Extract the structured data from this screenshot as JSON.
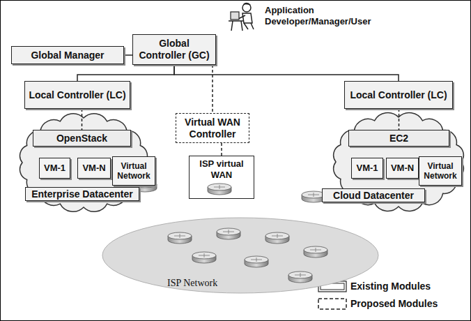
{
  "diagram": {
    "nodes": [
      {
        "text": [
          "Global Manager"
        ]
      },
      {
        "text": [
          "Global Controller (GC)"
        ]
      },
      {
        "text": [
          "Local Controller (LC)"
        ]
      },
      {
        "text": [
          "Virtual WAN Controller"
        ]
      },
      {
        "text": [
          "Local Controller (LC)"
        ]
      },
      {
        "text": [
          "ISP virtual WAN"
        ]
      },
      {
        "text": [
          "OpenStack"
        ]
      },
      {
        "text": [
          "VM-1"
        ]
      },
      {
        "text": [
          "VM-N"
        ]
      },
      {
        "text": [
          "Virtual Network"
        ]
      },
      {
        "text": [
          "Enterprise Datacenter"
        ]
      },
      {
        "text": [
          "EC2"
        ]
      },
      {
        "text": [
          "VM-1"
        ]
      },
      {
        "text": [
          "VM-N"
        ]
      },
      {
        "text": [
          "Virtual Network"
        ]
      },
      {
        "text": [
          "Cloud Datacenter"
        ]
      },
      {
        "text": [
          "ISP Network"
        ]
      }
    ],
    "edges": [
      {
        "from": 0,
        "to": 1,
        "arrow": "none"
      },
      {
        "from": 1,
        "to": 2,
        "arrow": "none"
      },
      {
        "from": 1,
        "to": 4,
        "arrow": "none"
      },
      {
        "from": 1,
        "to": 3,
        "arrow": "none"
      },
      {
        "from": 3,
        "to": 5,
        "arrow": "none"
      },
      {
        "from": 2,
        "to": 6,
        "arrow": "none"
      },
      {
        "from": 4,
        "to": 11,
        "arrow": "none"
      }
    ],
    "labels": [
      "Application Developer/Manager/User"
    ],
    "legend": [
      {
        "text": "Existing Modules"
      },
      {
        "text": "Proposed Modules"
      }
    ]
  }
}
